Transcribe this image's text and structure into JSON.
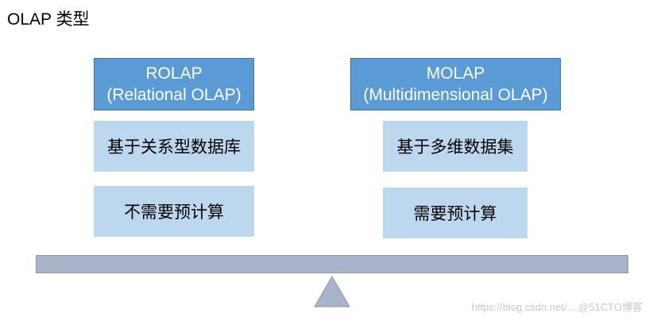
{
  "title": "OLAP 类型",
  "rolap": {
    "name": "ROLAP",
    "full_name": "(Relational OLAP)",
    "features": [
      "基于关系型数据库",
      "不需要预计算"
    ]
  },
  "molap": {
    "name": "MOLAP",
    "full_name": "(Multidimensional OLAP)",
    "features": [
      "基于多维数据集",
      "需要预计算"
    ]
  },
  "watermark": "https://blog.csdn.net/... @51CTO博客",
  "colors": {
    "header_fill": "#5b9bd5",
    "feature_fill": "#bdd7ee",
    "beam_fill": "#a9b3c9",
    "fulcrum_fill": "#a9b3c9"
  }
}
